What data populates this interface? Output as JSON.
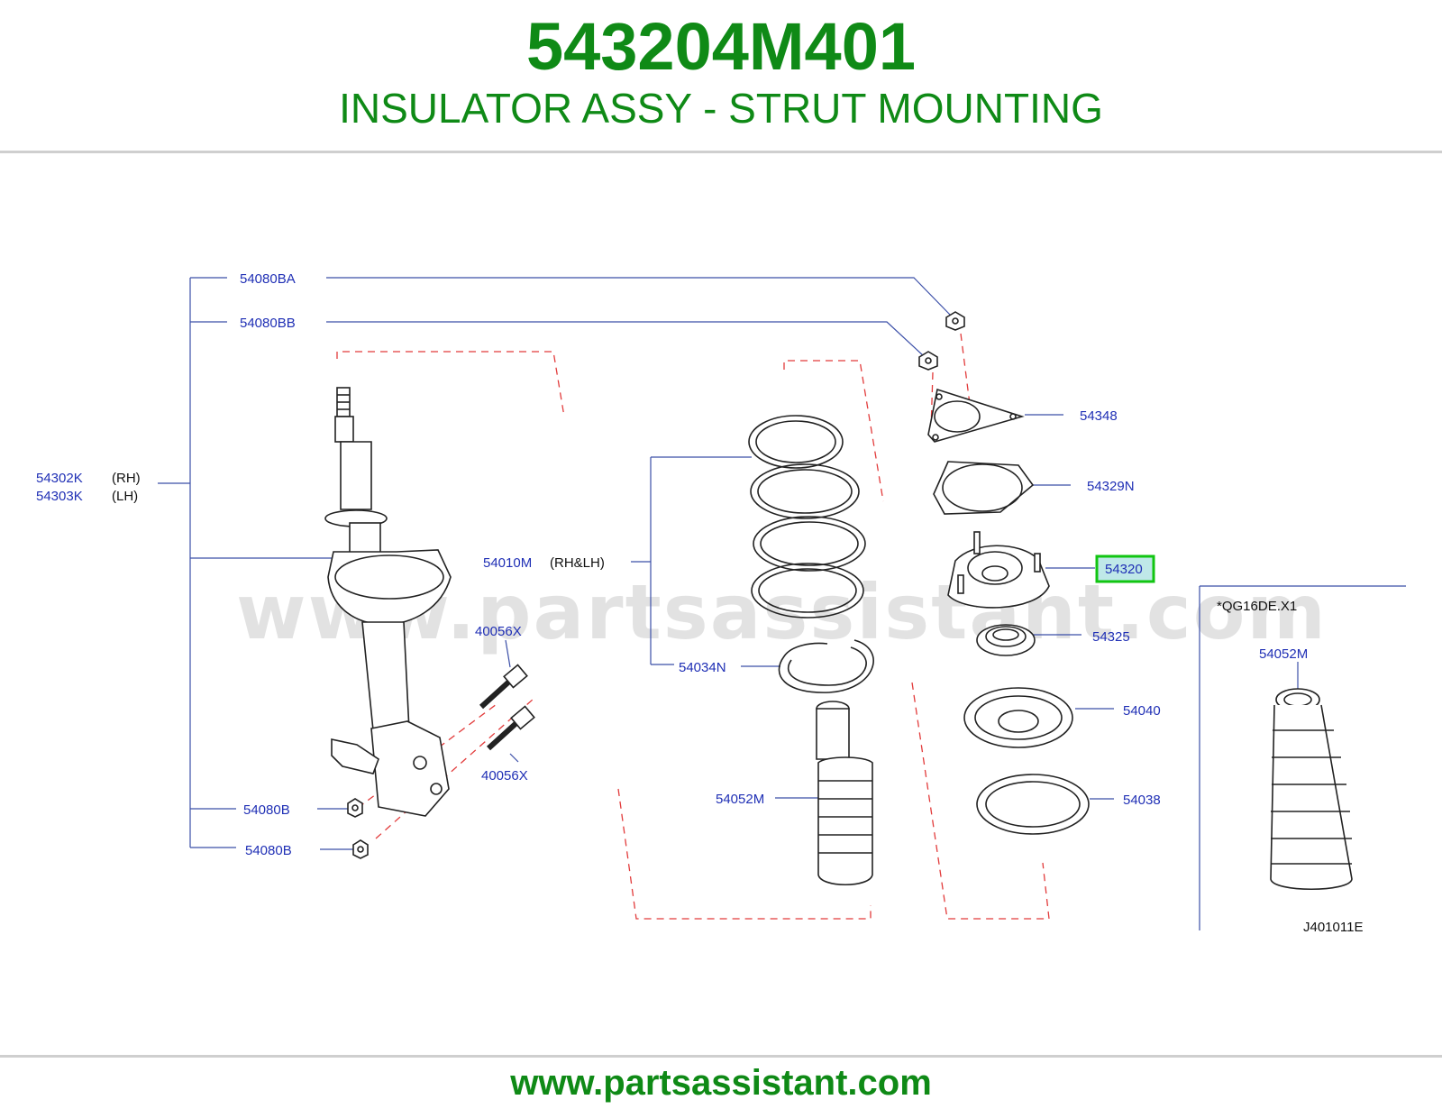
{
  "header": {
    "part_number": "543204M401",
    "part_name": "INSULATOR ASSY - STRUT MOUNTING"
  },
  "footer": {
    "url": "www.partsassistant.com"
  },
  "watermark": "www.partsassistant.com",
  "diagram": {
    "labels": {
      "l_54080BA": "54080BA",
      "l_54080BB": "54080BB",
      "l_54302K": "54302K",
      "l_54302K_side": "(RH)",
      "l_54303K": "54303K",
      "l_54303K_side": "(LH)",
      "l_54010M": "54010M",
      "l_54010M_side": "(RH&LH)",
      "l_40056X_a": "40056X",
      "l_40056X_b": "40056X",
      "l_54034N": "54034N",
      "l_54052M_a": "54052M",
      "l_54080B_a": "54080B",
      "l_54080B_b": "54080B",
      "l_54348": "54348",
      "l_54329N": "54329N",
      "l_54320": "54320",
      "l_54325": "54325",
      "l_54040": "54040",
      "l_54038": "54038",
      "l_note": "*QG16DE.X1",
      "l_54052M_b": "54052M",
      "l_code": "J401011E"
    },
    "highlight_color": "#11c511",
    "highlight_fill": "#bfe8e8",
    "brand_color": "#0f8a16",
    "label_color": "#1f2fb5",
    "leader_color": "#3b4fa8",
    "dash_color": "#e23b3b"
  }
}
